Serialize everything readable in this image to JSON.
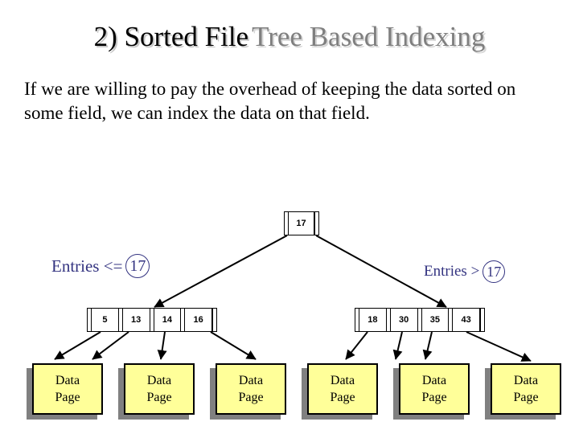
{
  "slide": {
    "title_main": "2) Sorted File",
    "title_sub": "Tree Based Indexing",
    "title_main_color": "#000000",
    "title_sub_color": "#7f7f7f",
    "body_text": "If we are willing to pay the overhead of keeping the data sorted on some field, we can index the data on that field.",
    "background_color": "#ffffff"
  },
  "diagram": {
    "accent_color": "#333380",
    "page_fill_color": "#ffff99",
    "page_shadow_color": "#808080",
    "root_node": {
      "name": "root-index-node",
      "keys": [
        "17"
      ]
    },
    "labels": {
      "left": {
        "text": "Entries <=",
        "circled_value": "17"
      },
      "right": {
        "text": "Entries >",
        "circled_value": "17"
      }
    },
    "leaf_left": {
      "name": "leaf-index-node-left",
      "keys": [
        "5",
        "13",
        "14",
        "16"
      ]
    },
    "leaf_right": {
      "name": "leaf-index-node-right",
      "keys": [
        "18",
        "30",
        "35",
        "43"
      ]
    },
    "data_pages": [
      {
        "line1": "Data",
        "line2": "Page"
      },
      {
        "line1": "Data",
        "line2": "Page"
      },
      {
        "line1": "Data",
        "line2": "Page"
      },
      {
        "line1": "Data",
        "line2": "Page"
      },
      {
        "line1": "Data",
        "line2": "Page"
      },
      {
        "line1": "Data",
        "line2": "Page"
      }
    ]
  }
}
